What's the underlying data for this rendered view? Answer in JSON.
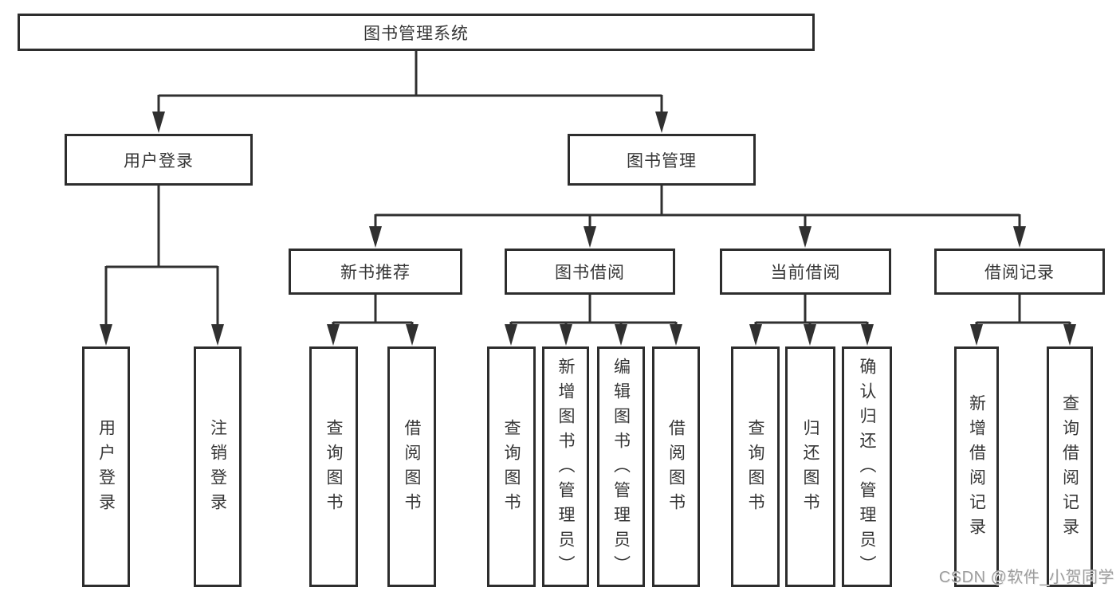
{
  "title": "图书管理系统",
  "level2": {
    "user_login": "用户登录",
    "book_mgmt": "图书管理"
  },
  "level3": {
    "new_books": "新书推荐",
    "borrowing": "图书借阅",
    "current": "当前借阅",
    "records": "借阅记录"
  },
  "leaves": {
    "user_login": "用户登录",
    "logout": "注销登录",
    "nb_query": "查询图书",
    "nb_borrow": "借阅图书",
    "bw_query": "查询图书",
    "bw_add": "新增图书（管理员）",
    "bw_edit": "编辑图书（管理员）",
    "bw_borrow": "借阅图书",
    "cur_query": "查询图书",
    "cur_return": "归还图书",
    "cur_confirm": "确认归还（管理员）",
    "rec_add": "新增借阅记录",
    "rec_query": "查询借阅记录"
  },
  "watermark": "CSDN @软件_小贺同学",
  "colors": {
    "line": "#303030",
    "border": "#2d2d2d",
    "text": "#363636",
    "watermark": "#9d9d9d"
  }
}
